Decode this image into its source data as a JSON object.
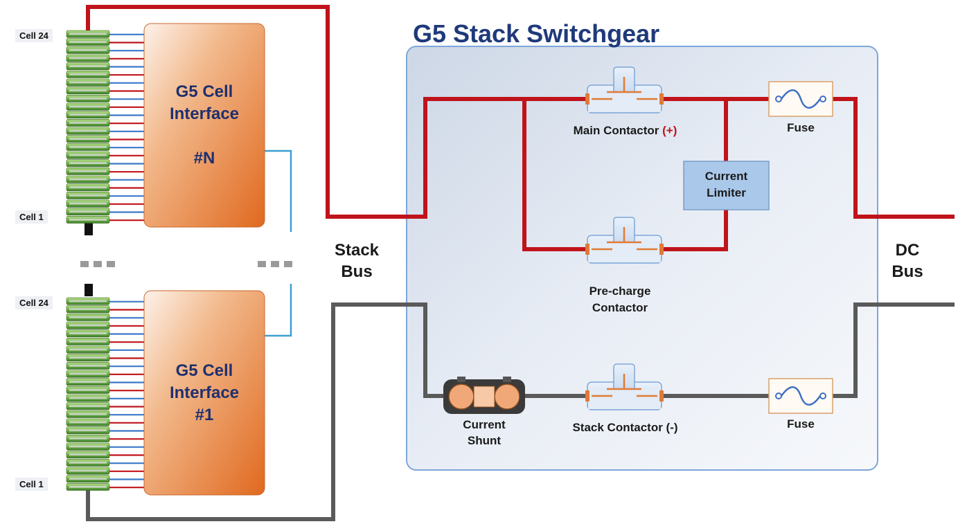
{
  "title": "G5 Stack Switchgear",
  "cell_interfaces": [
    {
      "line1": "G5 Cell",
      "line2": "Interface",
      "id": "#N",
      "top_cell": "Cell 24",
      "bottom_cell": "Cell 1"
    },
    {
      "line1": "G5 Cell",
      "line2": "Interface",
      "id": "#1",
      "top_cell": "Cell 24",
      "bottom_cell": "Cell 1"
    }
  ],
  "ellipsis": "■ ■ ■",
  "stack_bus": {
    "line1": "Stack",
    "line2": "Bus"
  },
  "dc_bus": {
    "line1": "DC",
    "line2": "Bus"
  },
  "main_contactor": {
    "label": "Main Contactor",
    "polarity": "(+)"
  },
  "precharge_contactor": {
    "line1": "Pre-charge",
    "line2": "Contactor"
  },
  "current_limiter": {
    "line1": "Current",
    "line2": "Limiter"
  },
  "fuse_top": "Fuse",
  "fuse_bottom": "Fuse",
  "current_shunt": {
    "line1": "Current",
    "line2": "Shunt"
  },
  "stack_contactor": "Stack Contactor (-)",
  "colors": {
    "positive_wire": "#c0131a",
    "negative_wire": "#555555",
    "signal_wire": "#3aa0d0",
    "cell_interface_fill": "#e07a36",
    "switchgear_panel": "#dbe3ef",
    "title": "#1f3a7a",
    "current_limiter_fill": "#a9c8ea"
  }
}
